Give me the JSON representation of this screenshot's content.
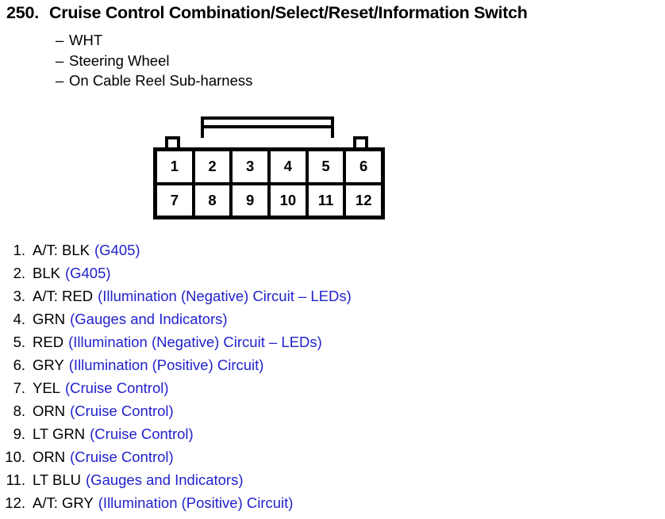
{
  "header": {
    "number": "250.",
    "title": "Cruise Control Combination/Select/Reset/Information Switch"
  },
  "subnotes": [
    {
      "dash": "–",
      "text": "WHT"
    },
    {
      "dash": "–",
      "text": "Steering Wheel"
    },
    {
      "dash": "–",
      "text": "On Cable Reel Sub-harness"
    }
  ],
  "connector": {
    "rows": [
      [
        "1",
        "2",
        "3",
        "4",
        "5",
        "6"
      ],
      [
        "7",
        "8",
        "9",
        "10",
        "11",
        "12"
      ]
    ]
  },
  "colors": {
    "circuit_blue": "#2222cc",
    "ink_black": "#000000"
  },
  "pins": [
    {
      "num": "1.",
      "color": "A/T: BLK",
      "desc": "(G405)"
    },
    {
      "num": "2.",
      "color": "BLK",
      "desc": "(G405)"
    },
    {
      "num": "3.",
      "color": "A/T: RED",
      "desc": "(Illumination (Negative) Circuit – LEDs)"
    },
    {
      "num": "4.",
      "color": "GRN",
      "desc": "(Gauges and Indicators)"
    },
    {
      "num": "5.",
      "color": "RED",
      "desc": "(Illumination (Negative) Circuit – LEDs)"
    },
    {
      "num": "6.",
      "color": "GRY",
      "desc": "(Illumination (Positive) Circuit)"
    },
    {
      "num": "7.",
      "color": "YEL",
      "desc": "(Cruise Control)"
    },
    {
      "num": "8.",
      "color": "ORN",
      "desc": "(Cruise Control)"
    },
    {
      "num": "9.",
      "color": "LT GRN",
      "desc": "(Cruise Control)"
    },
    {
      "num": "10.",
      "color": "ORN",
      "desc": "(Cruise Control)"
    },
    {
      "num": "11.",
      "color": "LT BLU",
      "desc": "(Gauges and Indicators)"
    },
    {
      "num": "12.",
      "color": "A/T: GRY",
      "desc": "(Illumination (Positive) Circuit)"
    }
  ]
}
